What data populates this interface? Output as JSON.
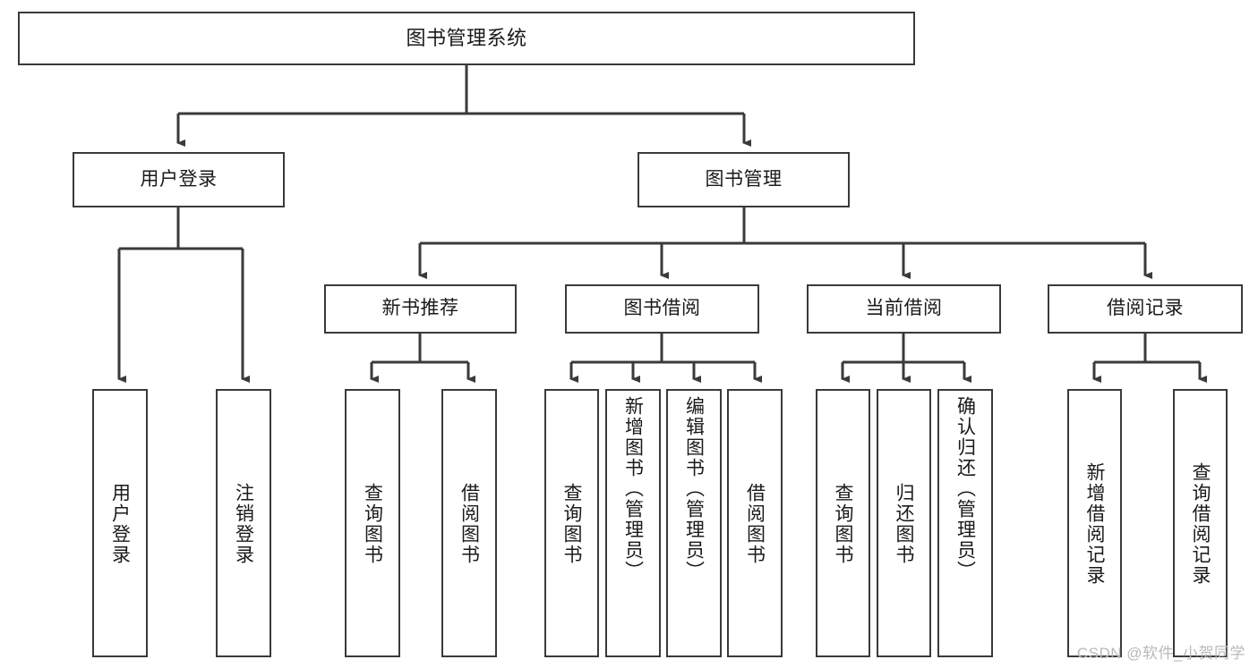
{
  "diagram": {
    "title": "图书管理系统",
    "type": "tree",
    "watermark": "CSDN @软件_小贺同学",
    "colors": {
      "box_border": "#3a3a3a",
      "box_fill": "#ffffff",
      "connector": "#3a3a3a",
      "text": "#1a1a1a",
      "watermark": "#b9b9b9"
    }
  },
  "nodes": {
    "root": {
      "label": "图书管理系统"
    },
    "level2": [
      {
        "label": "用户登录"
      },
      {
        "label": "图书管理"
      }
    ],
    "level3": [
      {
        "label": "新书推荐"
      },
      {
        "label": "图书借阅"
      },
      {
        "label": "当前借阅"
      },
      {
        "label": "借阅记录"
      }
    ],
    "leaves_user_login": [
      {
        "label": "用户登录"
      },
      {
        "label": "注销登录"
      }
    ],
    "leaves_new_book": [
      {
        "label": "查询图书"
      },
      {
        "label": "借阅图书"
      }
    ],
    "leaves_borrow": [
      {
        "label": "查询图书"
      },
      {
        "label": "新增图书（管理员）"
      },
      {
        "label": "编辑图书（管理员）"
      },
      {
        "label": "借阅图书"
      }
    ],
    "leaves_current": [
      {
        "label": "查询图书"
      },
      {
        "label": "归还图书"
      },
      {
        "label": "确认归还（管理员）"
      }
    ],
    "leaves_records": [
      {
        "label": "新增借阅记录"
      },
      {
        "label": "查询借阅记录"
      }
    ]
  }
}
